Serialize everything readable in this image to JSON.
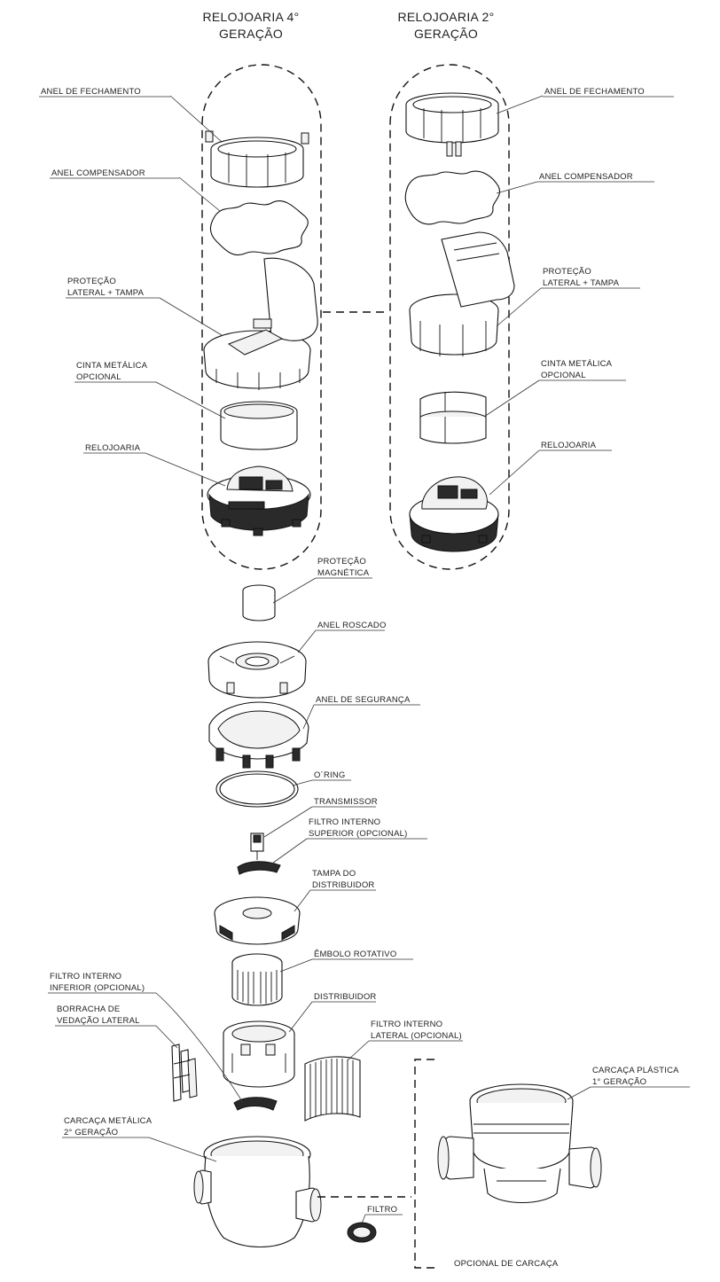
{
  "headers": {
    "left_line1": "RELOJOARIA 4°",
    "left_line2": "GERAÇÃO",
    "right_line1": "RELOJOARIA 2°",
    "right_line2": "GERAÇÃO"
  },
  "labels": {
    "anel_fechamento_left": "ANEL DE FECHAMENTO",
    "anel_compensador_left": "ANEL COMPENSADOR",
    "protecao_lateral_left_1": "PROTEÇÃO",
    "protecao_lateral_left_2": "LATERAL + TAMPA",
    "cinta_metalica_left_1": "CINTA METÁLICA",
    "cinta_metalica_left_2": "OPCIONAL",
    "relojoaria_left": "RELOJOARIA",
    "anel_fechamento_right": "ANEL DE FECHAMENTO",
    "anel_compensador_right": "ANEL COMPENSADOR",
    "protecao_lateral_right_1": "PROTEÇÃO",
    "protecao_lateral_right_2": "LATERAL + TAMPA",
    "cinta_metalica_right_1": "CINTA METÁLICA",
    "cinta_metalica_right_2": "OPCIONAL",
    "relojoaria_right": "RELOJOARIA",
    "protecao_magnetica_1": "PROTEÇÃO",
    "protecao_magnetica_2": "MAGNÉTICA",
    "anel_roscado": "ANEL ROSCADO",
    "anel_seguranca": "ANEL DE SEGURANÇA",
    "oring": "O´RING",
    "transmissor": "TRANSMISSOR",
    "filtro_superior_1": "FILTRO INTERNO",
    "filtro_superior_2": "SUPERIOR  (OPCIONAL)",
    "tampa_distribuidor_1": "TAMPA DO",
    "tampa_distribuidor_2": "DISTRIBUIDOR",
    "embolo_rotativo": "ÊMBOLO ROTATIVO",
    "distribuidor": "DISTRIBUIDOR",
    "filtro_inferior_1": "FILTRO INTERNO",
    "filtro_inferior_2": "INFERIOR (OPCIONAL)",
    "borracha_1": "BORRACHA DE",
    "borracha_2": "VEDAÇÃO LATERAL",
    "filtro_lateral_1": "FILTRO INTERNO",
    "filtro_lateral_2": "LATERAL (OPCIONAL)",
    "carcaca_metalica_1": "CARCAÇA METÁLICA",
    "carcaca_metalica_2": "2° GERAÇÃO",
    "carcaca_plastica_1": "CARCAÇA PLÁSTICA",
    "carcaca_plastica_2": "1° GERAÇÃO",
    "filtro": "FILTRO",
    "opcional_carcaca": "OPCIONAL DE CARCAÇA"
  }
}
